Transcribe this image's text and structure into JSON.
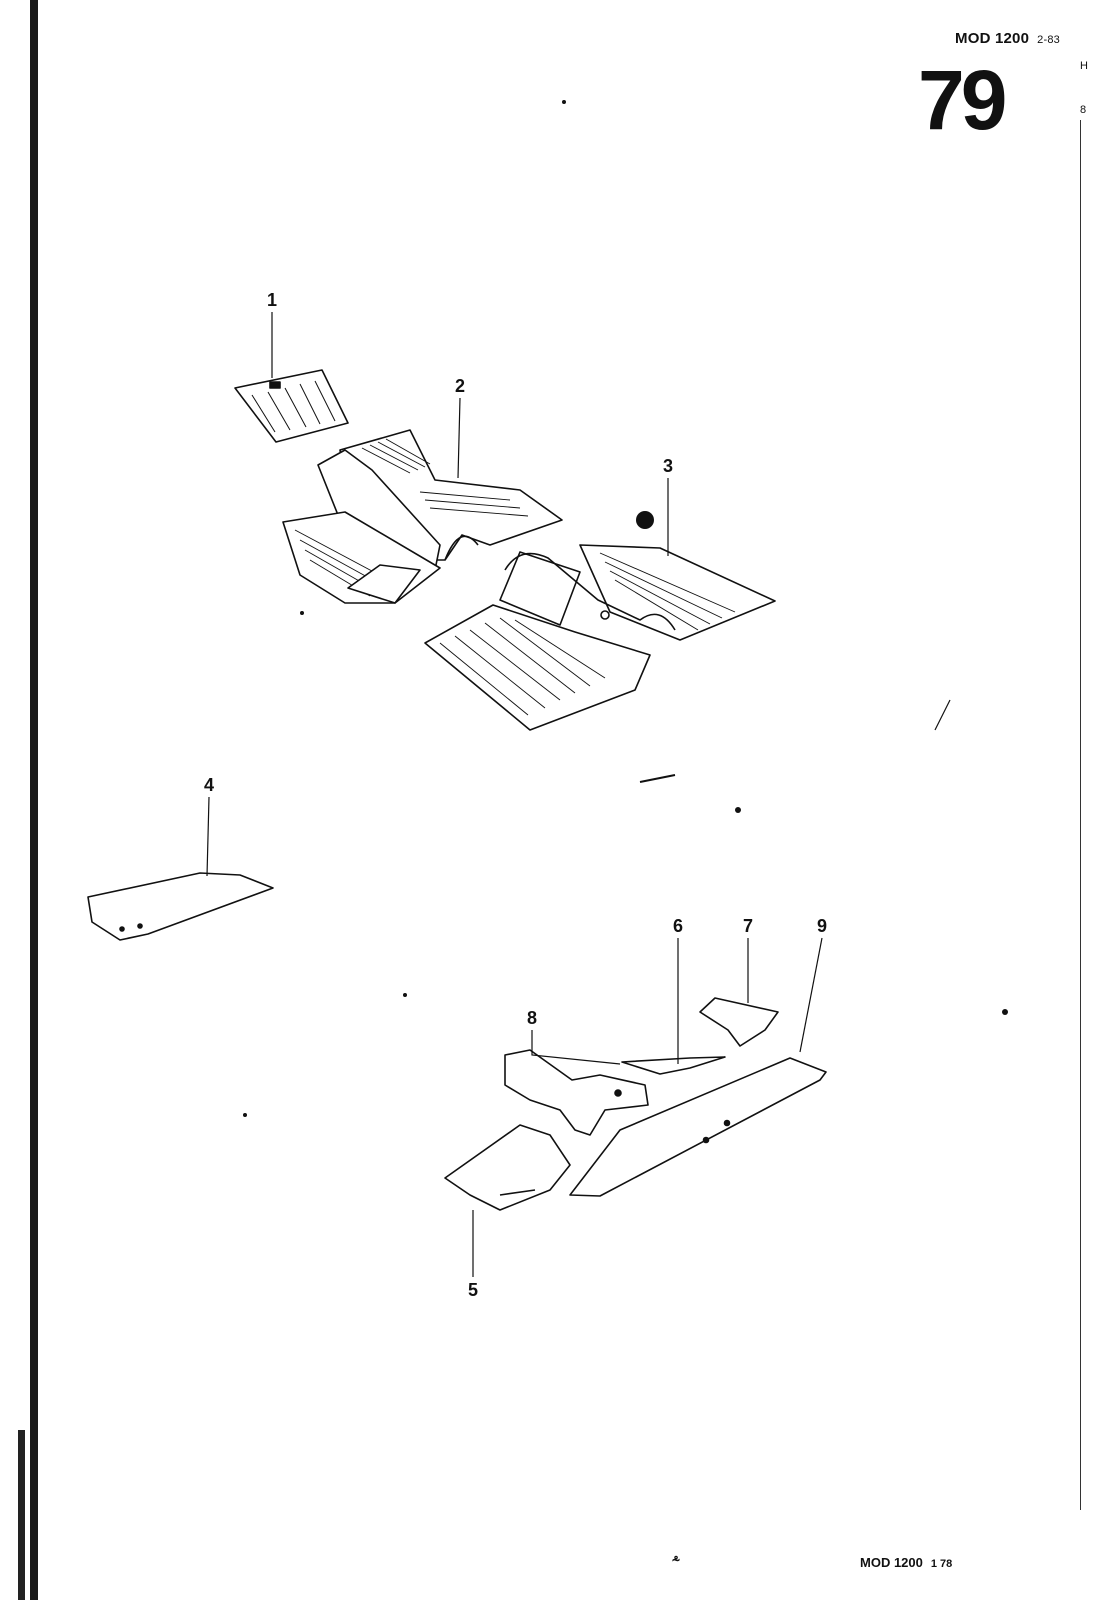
{
  "header": {
    "model_code": "MOD 1200",
    "date_code": "2-83"
  },
  "page_number": "79",
  "right_edge_marks": [
    "H",
    "8"
  ],
  "footer": {
    "model_code": "MOD 1200",
    "code": "1 78",
    "mark": "⸛"
  },
  "diagram": {
    "parts": [
      {
        "id": "1",
        "label": "1"
      },
      {
        "id": "2",
        "label": "2"
      },
      {
        "id": "3",
        "label": "3"
      },
      {
        "id": "4",
        "label": "4"
      },
      {
        "id": "5",
        "label": "5"
      },
      {
        "id": "6",
        "label": "6"
      },
      {
        "id": "7",
        "label": "7"
      },
      {
        "id": "8",
        "label": "8"
      },
      {
        "id": "9",
        "label": "9"
      }
    ]
  }
}
